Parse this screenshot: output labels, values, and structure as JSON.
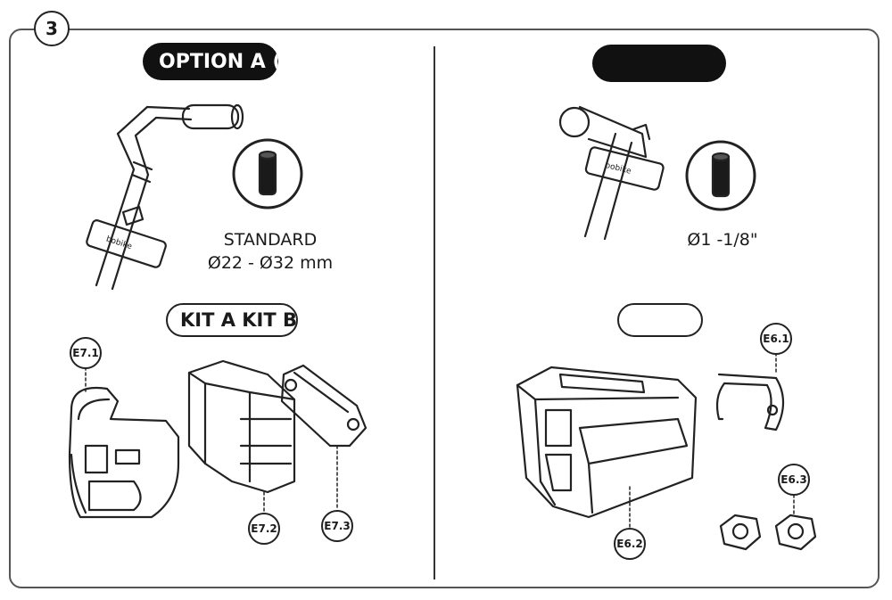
{
  "step": {
    "number": "3"
  },
  "left": {
    "option_label": "OPTION A (",
    "spec_line1": "STANDARD",
    "spec_line2": "Ø22 - Ø32 mm",
    "kit_label": "KIT A KIT B",
    "part_labels": [
      "E7.1",
      "E7.2",
      "E7.3"
    ],
    "handlebar_brand": "bobike"
  },
  "right": {
    "option_label": "",
    "spec_line1": "Ø1 -1/8\"",
    "kit_label": "",
    "part_labels": [
      "E6.1",
      "E6.2",
      "E6.3"
    ],
    "handlebar_brand": "bobike"
  },
  "colors": {
    "ink": "#1a1a1a",
    "pill": "#111111",
    "background": "#ffffff"
  },
  "icons": [
    "hex-key-icon",
    "hex-key-icon"
  ]
}
